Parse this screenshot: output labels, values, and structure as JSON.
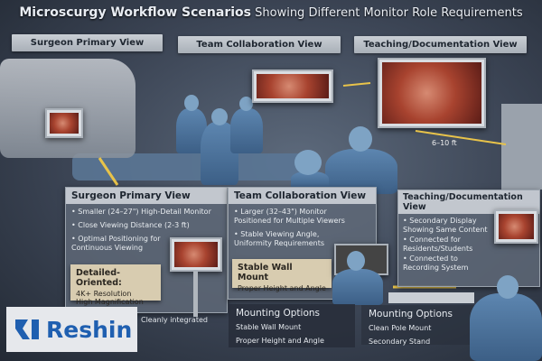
{
  "header": {
    "title_bold": "Microscurgy Workflow Scenarios",
    "title_rest": "Showing Different Monitor Role Requirements"
  },
  "top_labels": [
    "Surgeon Primary View",
    "Team Collaboration View",
    "Teaching/Documentation View"
  ],
  "distance_label": "6–10 ft",
  "surgeon_panel": {
    "title": "Surgeon Primary View",
    "bullets": [
      "Smaller (24–27\") High-Detail Monitor",
      "Close Viewing Distance (2-3 ft)",
      "Optimal Positioning for Continuous Viewing"
    ],
    "callout_title": "Detailed-Oriented:",
    "callout_items": [
      "4K+ Resolution",
      "High Magnification"
    ],
    "extra": "Cleanly integrated"
  },
  "team_panel": {
    "title": "Team Collaboration View",
    "bullets": [
      "Larger (32–43\") Monitor Positioned for Multiple Viewers",
      "Stable Viewing Angle, Uniformity Requirements"
    ],
    "callout_title": "Stable Wall Mount",
    "callout_items": [
      "Proper Height and Angle"
    ],
    "mount_title": "Mounting Options",
    "mount_items": [
      "Stable Wall Mount",
      "Proper Height and Angle"
    ]
  },
  "teaching_panel": {
    "title": "Teaching/Documentation View",
    "bullets": [
      "Secondary Display Showing Same Content",
      "Connected for Residents/Students",
      "Connected to Recording System"
    ],
    "mount_title": "Mounting Options",
    "mount_items": [
      "Clean Pole Mount",
      "Secondary Stand"
    ]
  },
  "logo": {
    "text": "Reshin",
    "color": "#1f5fb0"
  },
  "colors": {
    "arrow": "#e8c34a"
  }
}
